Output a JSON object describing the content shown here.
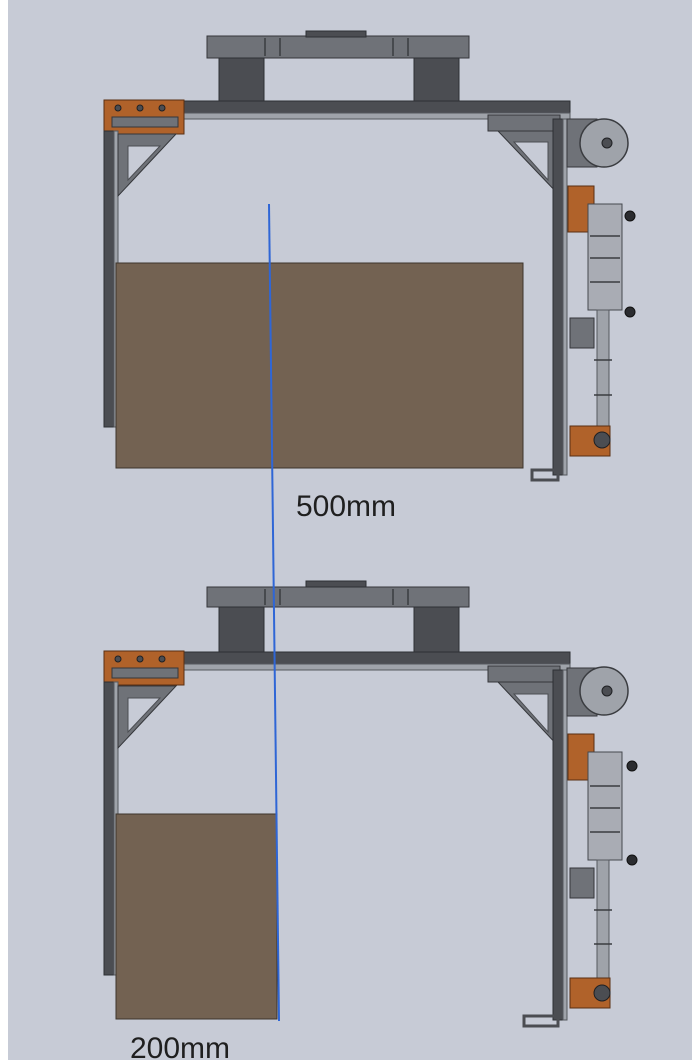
{
  "diagram": {
    "colors": {
      "background": "#c7cbd6",
      "steel_dark": "#4b4d52",
      "steel_mid": "#6f7278",
      "steel_light": "#9fa3aa",
      "bracket_orange": "#b0622a",
      "box_fill": "#736252",
      "box_stroke": "#3c342c",
      "guide_line": "#2f66d6",
      "cylinder": "#a9acb4"
    },
    "views": [
      {
        "id": "top",
        "dimension_label": "500mm"
      },
      {
        "id": "bottom",
        "dimension_label": "200mm"
      }
    ]
  }
}
